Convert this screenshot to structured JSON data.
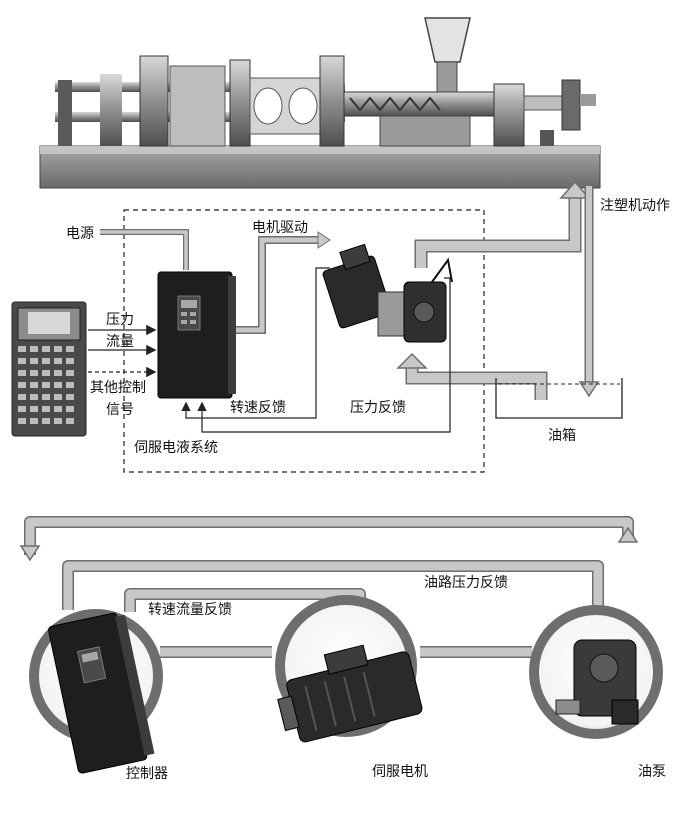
{
  "labels": {
    "power": "电源",
    "motor_drive": "电机驱动",
    "machine_action": "注塑机动作",
    "pressure": "压力",
    "flow": "流量",
    "other_control": "其他控制",
    "signal": "信号",
    "speed_feedback": "转速反馈",
    "pressure_feedback": "压力反馈",
    "servo_system": "伺服电液系统",
    "oil_tank": "油箱",
    "oil_pressure_feedback": "油路压力反馈",
    "speed_flow_feedback": "转速流量反馈",
    "controller": "控制器",
    "servo_motor": "伺服电机",
    "oil_pump": "油泵"
  },
  "colors": {
    "pipe_fill": "#c8c8c8",
    "pipe_edge": "#6e6e6e",
    "machine_dark": "#4a4a4a",
    "machine_mid": "#8c8c8c",
    "machine_light": "#bdbdbd",
    "device_dark": "#1e1e1e"
  }
}
